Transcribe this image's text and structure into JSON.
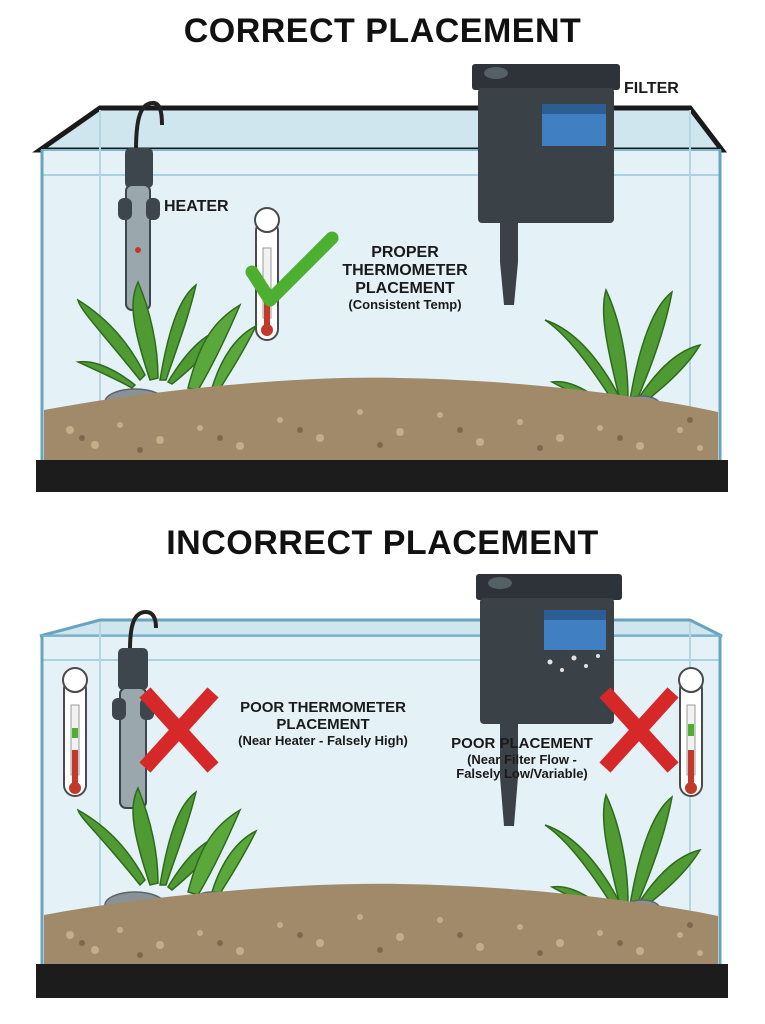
{
  "top_panel": {
    "title": "CORRECT PLACEMENT",
    "filter_label": "FILTER",
    "heater_label": "HEATER",
    "thermometer_label": [
      "PROPER",
      "THERMOMETER",
      "PLACEMENT"
    ],
    "thermometer_note": "(Consistent Temp)",
    "status_icon": "checkmark-icon",
    "status_color": "#4caf2f"
  },
  "bottom_panel": {
    "title": "INCORRECT PLACEMENT",
    "heater_warning": [
      "POOR THERMOMETER",
      "PLACEMENT"
    ],
    "heater_warning_note": "(Near Heater - Falsely High)",
    "filter_warning": "POOR PLACEMENT",
    "filter_warning_note": [
      "(Near Filter Flow -",
      "Falsely Low/Variable)"
    ],
    "status_icon": "x-mark-icon",
    "status_color": "#d62828"
  },
  "colors": {
    "water": "#e4f2f8",
    "glass_edge": "#7fb6cc",
    "base": "#1c1c1c",
    "gravel": "#a08a6a",
    "plant": "#4f9a33",
    "filter_body": "#3a4248",
    "filter_water": "#3f7fc2"
  }
}
